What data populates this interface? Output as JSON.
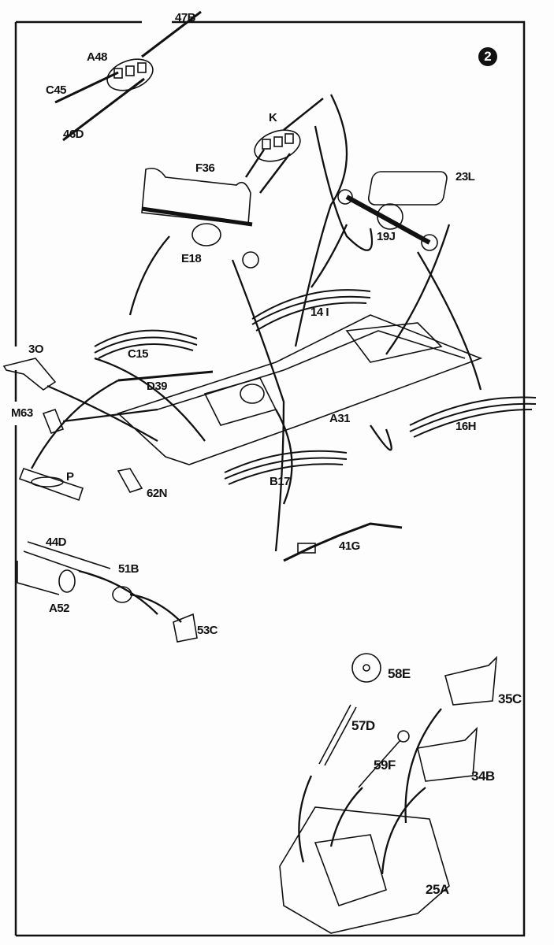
{
  "step_number": "2",
  "labels": {
    "p47b": "47B",
    "a48": "A48",
    "c45": "C45",
    "d46": "46D",
    "k": "K",
    "f36": "F36",
    "l23": "23L",
    "j19": "19J",
    "e18": "E18",
    "i14": "14 I",
    "c15": "C15",
    "o3": "3O",
    "d39": "D39",
    "m63": "M63",
    "a31": "A31",
    "h16": "16H",
    "p": "P",
    "n62": "62N",
    "b17": "B17",
    "g41": "41G",
    "d44": "44D",
    "b51": "51B",
    "a52": "A52",
    "c53": "53C",
    "e58": "58E",
    "c35": "35C",
    "d57": "57D",
    "f59": "59F",
    "b34": "34B",
    "a25": "25A"
  }
}
